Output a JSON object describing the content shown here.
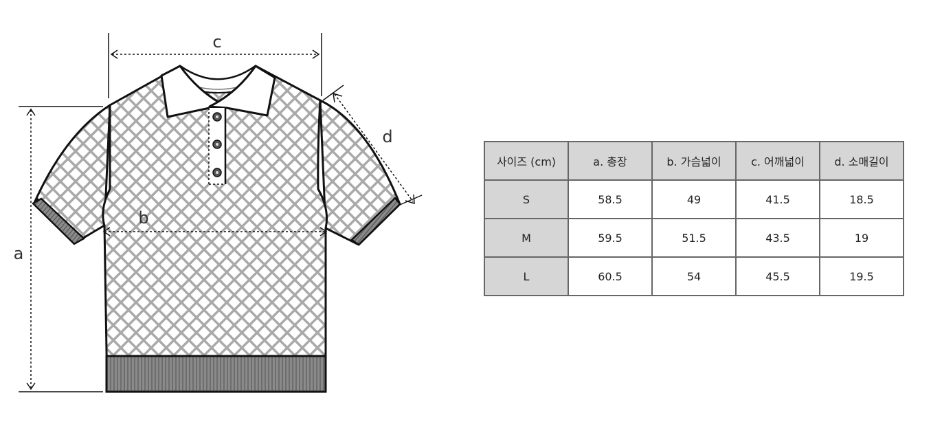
{
  "dimension_labels": {
    "a": "a",
    "b": "b",
    "c": "c",
    "d": "d"
  },
  "table": {
    "headers": [
      "사이즈 (cm)",
      "a. 총장",
      "b. 가슴넓이",
      "c. 어깨넓이",
      "d. 소매길이"
    ],
    "rows": [
      {
        "size": "S",
        "values": [
          "58.5",
          "49",
          "41.5",
          "18.5"
        ]
      },
      {
        "size": "M",
        "values": [
          "59.5",
          "51.5",
          "43.5",
          "19"
        ]
      },
      {
        "size": "L",
        "values": [
          "60.5",
          "54",
          "45.5",
          "19.5"
        ]
      }
    ]
  },
  "colors": {
    "outline": "#111111",
    "pattern": "#a9a9a9",
    "rib": "#7a7a7a",
    "header_bg": "#d6d6d6",
    "border": "#666666"
  }
}
